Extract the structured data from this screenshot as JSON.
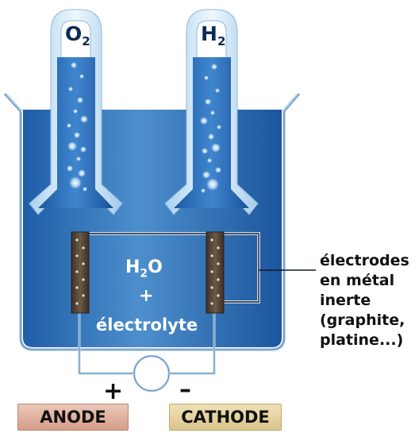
{
  "tubes": {
    "left": {
      "symbol": "O",
      "subscript": "2"
    },
    "right": {
      "symbol": "H",
      "subscript": "2"
    }
  },
  "solution": {
    "water_symbol": "H",
    "water_subscript": "2",
    "water_tail": "O",
    "plus": "+",
    "electrolyte": "électrolyte"
  },
  "electrodes_note": {
    "lines": [
      "électrodes",
      "en métal",
      "inerte",
      "(graphite,",
      "platine...)"
    ]
  },
  "terminals": {
    "anode_sign": "+",
    "cathode_sign": "–",
    "anode_label": "ANODE",
    "cathode_label": "CATHODE"
  },
  "colors": {
    "electrolyte_blue": "#2f72b8",
    "deep_blue": "#1a4f9a",
    "glass": "#d9ecf8",
    "electrode": "#5a4a3c",
    "anode_box": "#dca794",
    "cathode_box": "#e1cc94"
  }
}
